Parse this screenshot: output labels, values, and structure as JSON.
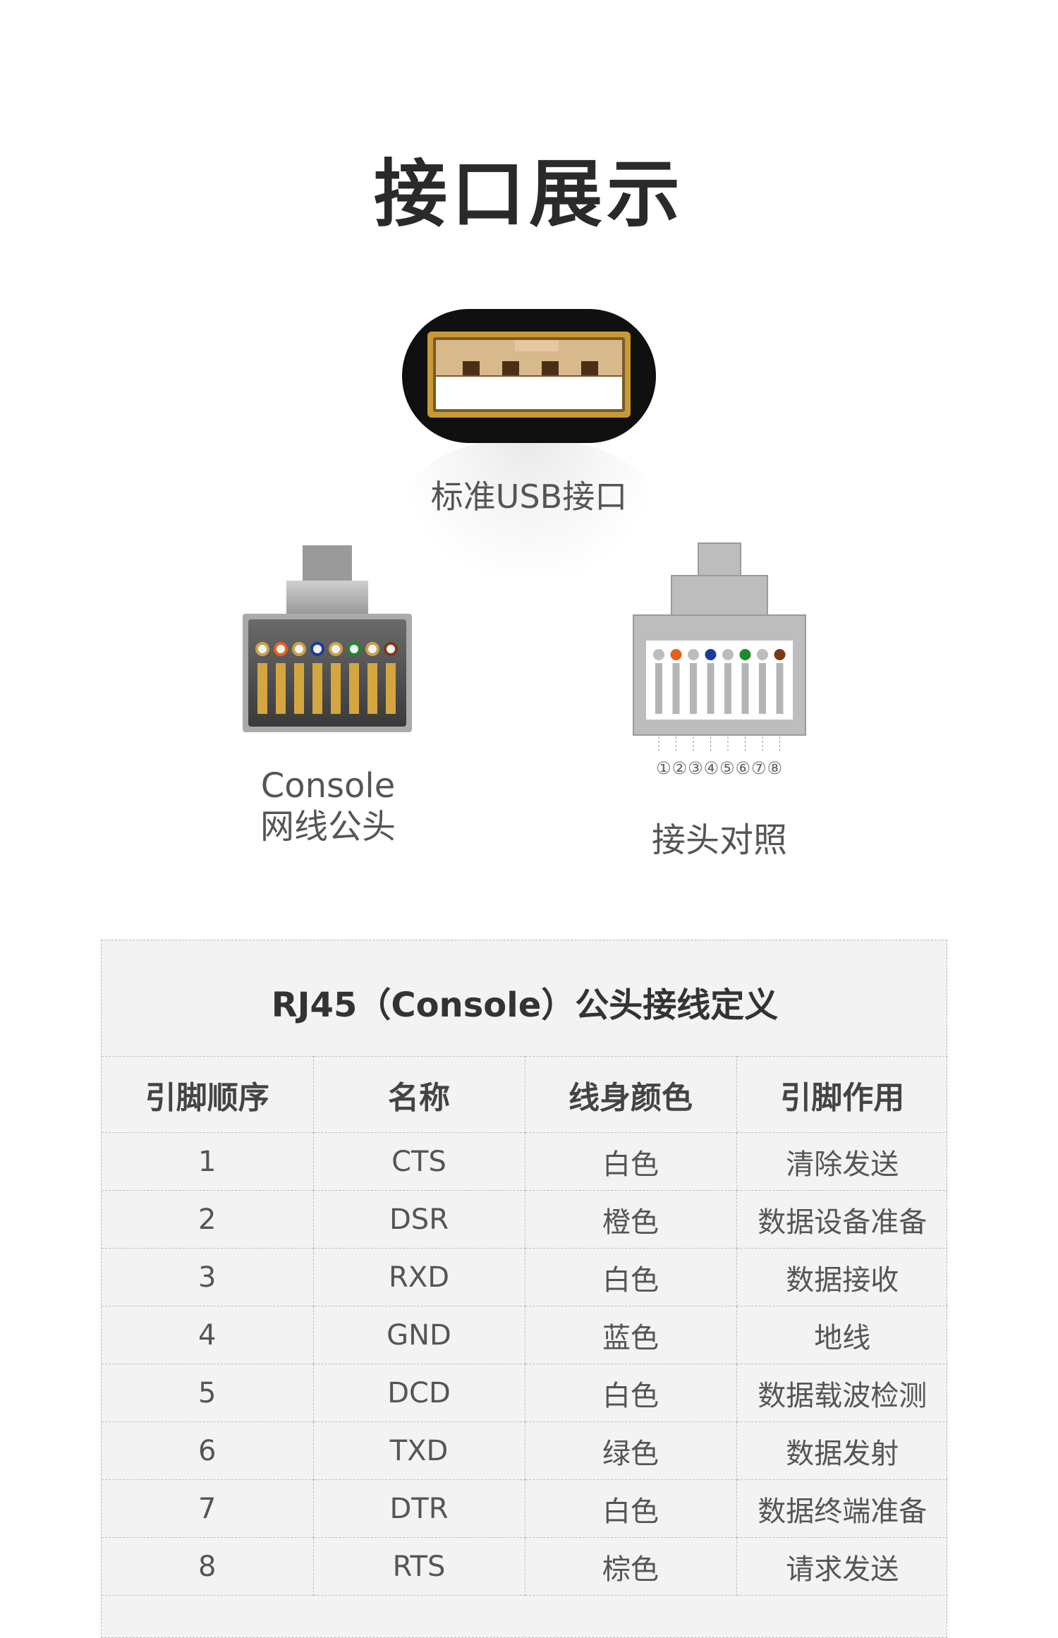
{
  "title": "接口展示",
  "usb": {
    "label": "标准USB接口"
  },
  "console_plug": {
    "line1": "Console",
    "line2": "网线公头"
  },
  "pin_reference": {
    "numbers": "①②③④⑤⑥⑦⑧",
    "label": "接头对照"
  },
  "pin_colors": [
    "#bdbdbd",
    "#e8611a",
    "#bdbdbd",
    "#1a3d9c",
    "#bdbdbd",
    "#1e8a2c",
    "#bdbdbd",
    "#7a3a12"
  ],
  "table": {
    "title": "RJ45（Console）公头接线定义",
    "headers": [
      "引脚顺序",
      "名称",
      "线身颜色",
      "引脚作用"
    ],
    "rows": [
      [
        "1",
        "CTS",
        "白色",
        "清除发送"
      ],
      [
        "2",
        "DSR",
        "橙色",
        "数据设备准备"
      ],
      [
        "3",
        "RXD",
        "白色",
        "数据接收"
      ],
      [
        "4",
        "GND",
        "蓝色",
        "地线"
      ],
      [
        "5",
        "DCD",
        "白色",
        "数据载波检测"
      ],
      [
        "6",
        "TXD",
        "绿色",
        "数据发射"
      ],
      [
        "7",
        "DTR",
        "白色",
        "数据终端准备"
      ],
      [
        "8",
        "RTS",
        "棕色",
        "请求发送"
      ]
    ]
  }
}
